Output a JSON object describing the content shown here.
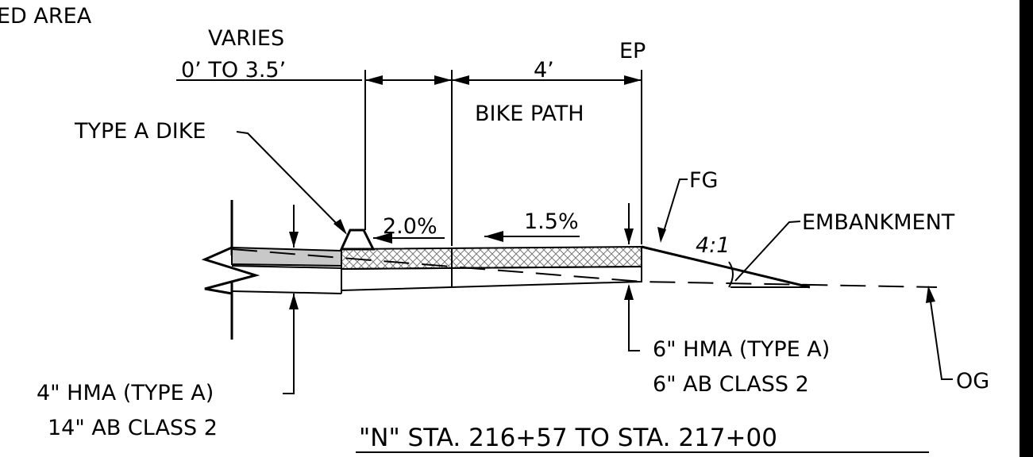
{
  "labels": {
    "area_fragment": "ED AREA",
    "varies": "VARIES",
    "varies_range": "0’ TO 3.5’",
    "ep": "EP",
    "bike_width": "4’",
    "bike_path": "BIKE PATH",
    "type_a_dike": "TYPE A DIKE",
    "fg": "FG",
    "slope_left": "2.0%",
    "slope_right": "1.5%",
    "embankment": "EMBANKMENT",
    "side_slope": "4:1",
    "right_structure_line1": "6\"  HMA (TYPE A)",
    "right_structure_line2": "6\"  AB CLASS 2",
    "og": "OG",
    "left_structure_line1": "4\"  HMA (TYPE A)",
    "left_structure_line2": "14\"  AB CLASS 2",
    "station_range": "\"N\"  STA.  216+57  TO  STA.  217+00"
  },
  "colors": {
    "line": "#000000",
    "existing_pavement_fill": "#c8c8c8",
    "hatch": "#7a7a7a",
    "background": "#ffffff"
  }
}
